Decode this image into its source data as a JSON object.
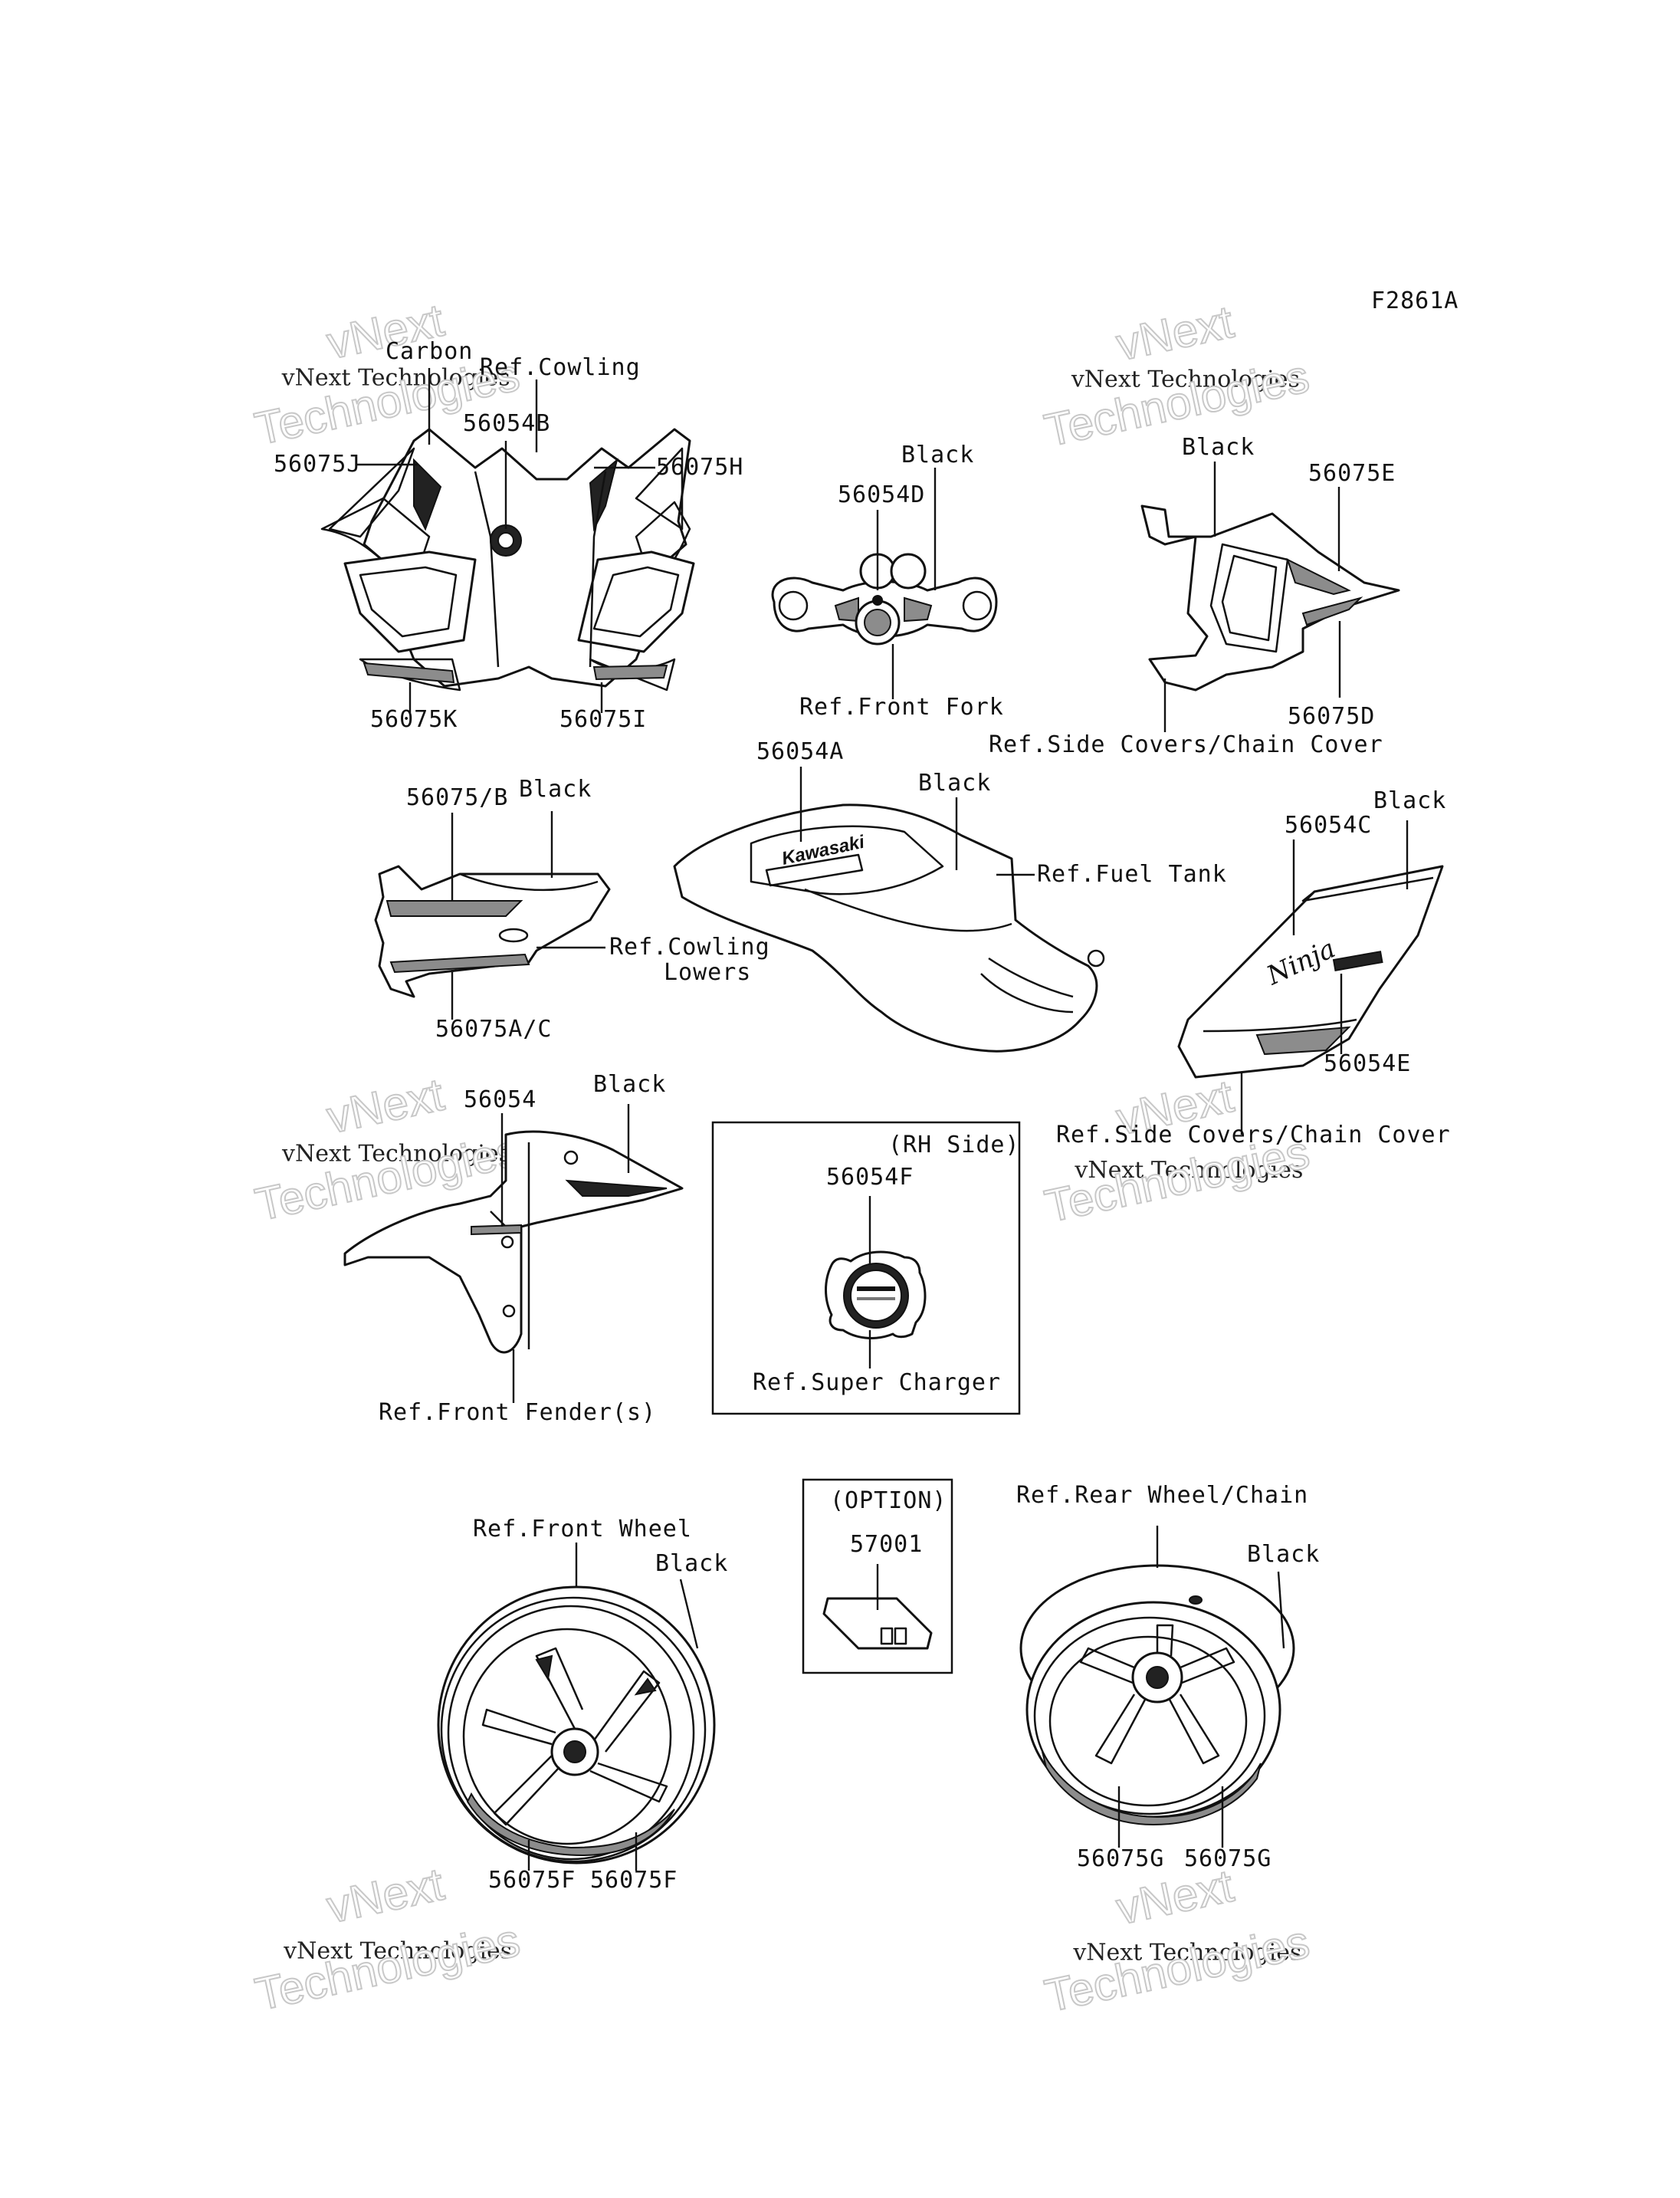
{
  "figure_id": "F2861A",
  "watermark": {
    "line1": "vNext Technologies",
    "line2": "Technologies",
    "line3": "vNext"
  },
  "labels": {
    "carbon": "Carbon",
    "ref_cowling": "Ref.Cowling",
    "p56054B": "56054B",
    "p56075J": "56075J",
    "p56075H": "56075H",
    "p56075K": "56075K",
    "p56075I": "56075I",
    "black_fork": "Black",
    "p56054D": "56054D",
    "ref_front_fork": "Ref.Front Fork",
    "black_tail": "Black",
    "p56075E": "56075E",
    "p56075D": "56075D",
    "ref_side_covers_1": "Ref.Side Covers/Chain Cover",
    "p56054A": "56054A",
    "black_tank": "Black",
    "ref_fuel_tank": "Ref.Fuel Tank",
    "p56075_B": "56075/B",
    "black_lower": "Black",
    "ref_cowling_lowers_1": "Ref.Cowling",
    "ref_cowling_lowers_2": "Lowers",
    "p56075A_C": "56075A/C",
    "black_side": "Black",
    "p56054C": "56054C",
    "p56054E": "56054E",
    "ref_side_covers_2": "Ref.Side Covers/Chain Cover",
    "p56054": "56054",
    "black_fender": "Black",
    "ref_front_fender": "Ref.Front Fender(s)",
    "rh_side": "(RH Side)",
    "p56054F": "56054F",
    "ref_super_charger": "Ref.Super Charger",
    "option": "(OPTION)",
    "p57001": "57001",
    "ref_front_wheel": "Ref.Front Wheel",
    "black_front_wheel": "Black",
    "p56075F_1": "56075F",
    "p56075F_2": "56075F",
    "ref_rear_wheel": "Ref.Rear Wheel/Chain",
    "black_rear_wheel": "Black",
    "p56075G_1": "56075G",
    "p56075G_2": "56075G"
  },
  "emblem_text": {
    "tank_logo": "Kawasaki",
    "side_logo": "Ninja"
  }
}
